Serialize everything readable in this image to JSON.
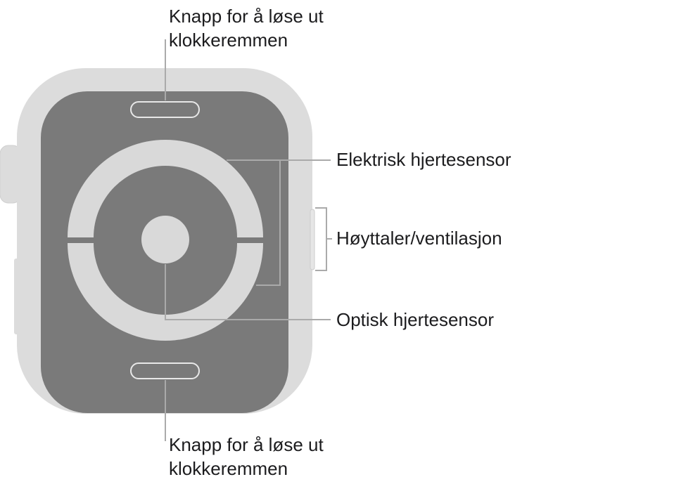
{
  "callouts": {
    "band_release_top": {
      "line1": "Knapp for å løse ut",
      "line2": "klokkeremmen"
    },
    "electrical_heart_sensor": "Elektrisk hjertesensor",
    "speaker_vent": "Høyttaler/ventilasjon",
    "optical_heart_sensor": "Optisk hjertesensor",
    "band_release_bottom": {
      "line1": "Knapp for å løse ut",
      "line2": "klokkeremmen"
    }
  },
  "colors": {
    "case": "#dcdcdc",
    "case_edge": "#cfcfcf",
    "back_panel": "#7a7a7a",
    "sensor_ring": "#d9d9d9",
    "leader_line": "#aaaaaa",
    "text": "#1c1c1e"
  }
}
